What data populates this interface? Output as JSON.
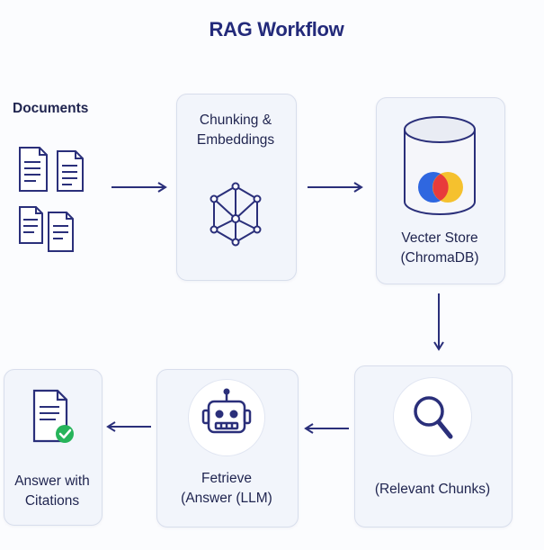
{
  "title": "RAG Workflow",
  "nodes": {
    "documents": {
      "label": "Documents",
      "icon": "document-stack-icon"
    },
    "chunking": {
      "label": "Chunking &\nEmbeddings",
      "icon": "network-icon"
    },
    "vector_store": {
      "label": "Vecter Store\n(ChromaDB)",
      "icon": "database-icon"
    },
    "relevant_chunks": {
      "label": "(Relevant Chunks)",
      "icon": "search-icon"
    },
    "retrieve": {
      "label": "Fetrieve\n(Answer (LLM)",
      "icon": "robot-icon"
    },
    "answer": {
      "label": "Answer with\nCitations",
      "icon": "document-check-icon"
    }
  },
  "colors": {
    "title": "#232a7a",
    "line": "#2a2f7a",
    "card": "#f2f5fb",
    "accent_green": "#26b45a",
    "chroma_blue": "#2f67e0",
    "chroma_red": "#e83b3b",
    "chroma_yellow": "#f5c12e"
  }
}
